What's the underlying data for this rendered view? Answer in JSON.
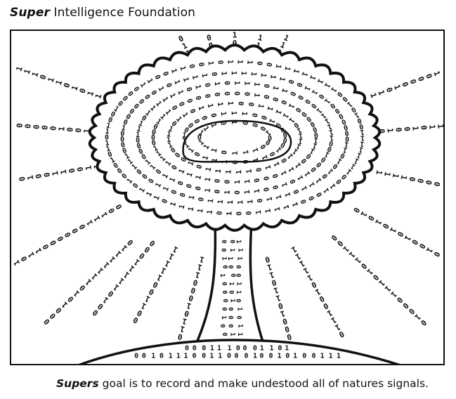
{
  "header": {
    "brand": "Super",
    "title_rest": "Intelligence Foundation"
  },
  "caption": {
    "brand": "Supers",
    "text": "goal is to record and make undestood all of natures signals."
  },
  "illustration": {
    "binary_digits": [
      "0",
      "1"
    ],
    "colors": {
      "ink": "#111111",
      "paper": "#ffffff"
    }
  }
}
